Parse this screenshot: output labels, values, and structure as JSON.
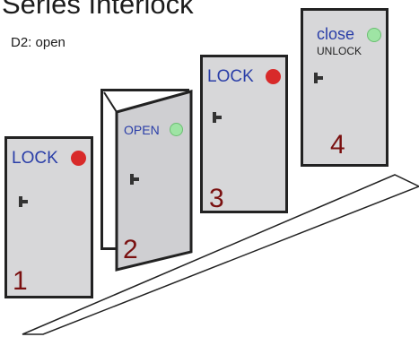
{
  "header": {
    "title": "Series Interlock",
    "status": "D2: open"
  },
  "doors": [
    {
      "number": "1",
      "state_label": "LOCK",
      "indicator_color": "#d82a2a"
    },
    {
      "number": "2",
      "state_label": "OPEN",
      "indicator_color": "#9ee4a4"
    },
    {
      "number": "3",
      "state_label": "LOCK",
      "indicator_color": "#d82a2a"
    },
    {
      "number": "4",
      "state_label": "close",
      "sub_label": "UNLOCK",
      "indicator_color": "#9ee4a4"
    }
  ],
  "colors": {
    "door_fill": "#d7d7d9",
    "label_blue": "#2a3ea8",
    "number_red": "#7a1010",
    "outline": "#222222"
  }
}
